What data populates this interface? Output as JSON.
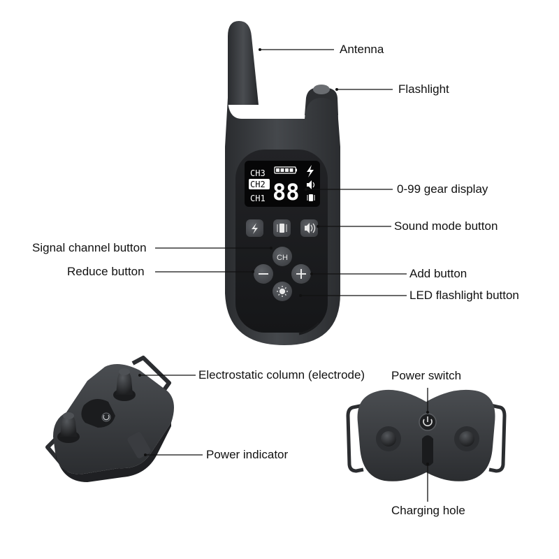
{
  "colors": {
    "body": "#3b3d40",
    "body_dark": "#26282b",
    "panel": "#1b1c1f",
    "screen": "#060607",
    "button": "#4b4e52",
    "text_on_dark": "#ffffff",
    "label_text": "#111111"
  },
  "remote": {
    "screen": {
      "channels": [
        "CH3",
        "CH2",
        "CH1"
      ],
      "selected_channel": "CH2",
      "gear_value": "88",
      "status_icons": [
        "battery-icon",
        "lightning-icon",
        "speaker-icon",
        "vibration-icon"
      ]
    },
    "mode_buttons": [
      "lightning-icon",
      "vibration-icon",
      "speaker-icon"
    ],
    "ch_button_label": "CH",
    "nav_icons": [
      "minus-icon",
      "plus-icon",
      "sun-icon"
    ]
  },
  "labels": {
    "antenna": "Antenna",
    "flashlight": "Flashlight",
    "gear_display": "0-99 gear display",
    "sound_mode": "Sound mode button",
    "signal_channel": "Signal channel button",
    "reduce": "Reduce button",
    "add": "Add button",
    "led_flashlight": "LED flashlight button",
    "electrode": "Electrostatic column (electrode)",
    "power_indicator": "Power indicator",
    "power_switch": "Power switch",
    "charging_hole": "Charging hole"
  }
}
